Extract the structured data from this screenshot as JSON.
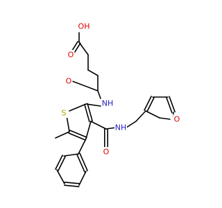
{
  "colors": {
    "bond": "#000000",
    "O": "#e00000",
    "N": "#2020c0",
    "S": "#b3a000",
    "C": "#000000"
  },
  "atoms": [
    {
      "id": "o_oh",
      "label": "OH"
    },
    {
      "id": "o_acid",
      "label": "O"
    },
    {
      "id": "o_amide1",
      "label": "O"
    },
    {
      "id": "n_amide1",
      "label": "NH"
    },
    {
      "id": "s_thio",
      "label": "S"
    },
    {
      "id": "o_amide2",
      "label": "O"
    },
    {
      "id": "n_amide2",
      "label": "NH"
    },
    {
      "id": "o_furan",
      "label": "O"
    }
  ]
}
